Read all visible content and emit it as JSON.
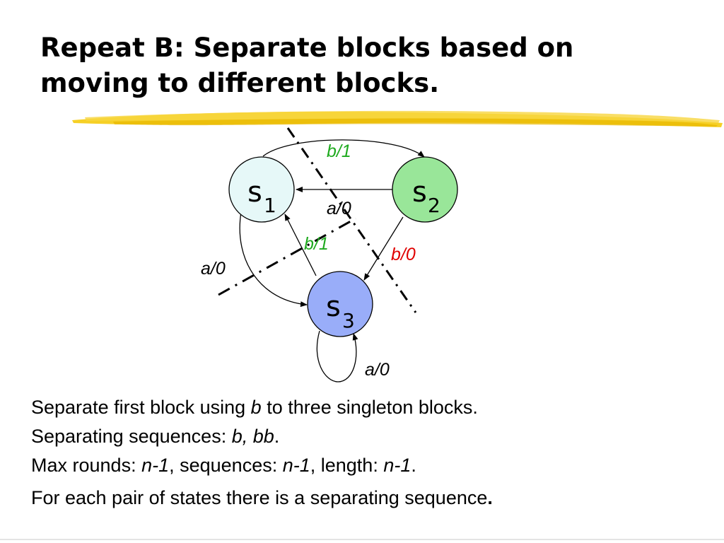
{
  "title": {
    "line1": "Repeat B: Separate blocks based on",
    "line2": "moving to different blocks."
  },
  "colors": {
    "accent_highlight": "#f5c800",
    "s1_fill": "#e6f8f8",
    "s2_fill": "#99e699",
    "s3_fill": "#99adf9",
    "edge_label_green": "#1faa1f",
    "edge_label_red": "#e00000",
    "edge_label_black": "#000000"
  },
  "diagram": {
    "states": {
      "s1": {
        "base": "s",
        "sub": "1"
      },
      "s2": {
        "base": "s",
        "sub": "2"
      },
      "s3": {
        "base": "s",
        "sub": "3"
      }
    },
    "edges": {
      "s1_to_s2": "b/1",
      "s2_to_s1": "a/0",
      "s3_to_s1": "b/1",
      "s2_to_s3": "b/0",
      "s1_to_s3": "a/0",
      "s3_self": "a/0"
    }
  },
  "body": {
    "line1": {
      "t1": "Separate first block using ",
      "em1": "b",
      "t2": " to three singleton blocks."
    },
    "line2": {
      "t1": "Separating sequences: ",
      "em1": "b, bb",
      "t2": "."
    },
    "line3": {
      "t1": "Max rounds: ",
      "em1": "n-1",
      "t2": ", sequences: ",
      "em2": "n-1",
      "t3": ", length: ",
      "em3": "n-1",
      "t4": "."
    },
    "line4": {
      "t1": "For each pair of states there is a separating sequence",
      "t2": "."
    }
  }
}
